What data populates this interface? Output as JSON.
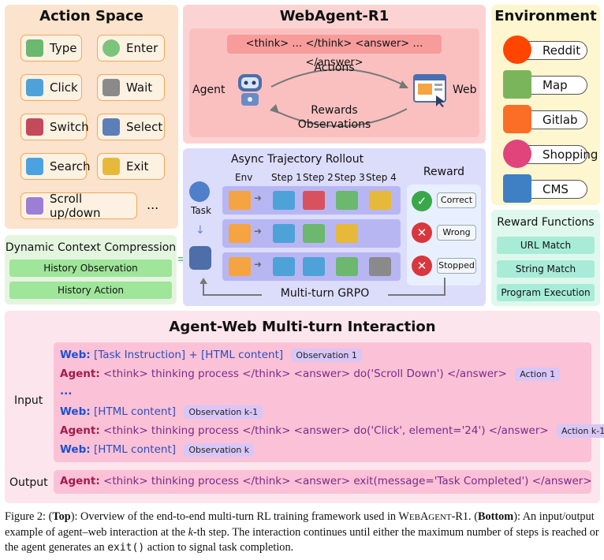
{
  "action_space": {
    "title": "Action Space",
    "buttons": [
      "Type",
      "Enter",
      "Click",
      "Wait",
      "Switch",
      "Select",
      "Search",
      "Exit",
      "Scroll up/down"
    ],
    "ellipsis": "..."
  },
  "webagent": {
    "title": "WebAgent-R1",
    "think_bar": "<think> … </think> <answer> … </answer>",
    "agent_label": "Agent",
    "web_label": "Web",
    "actions_label": "Actions",
    "rewards_label": "Rewards",
    "observations_label": "Observations"
  },
  "environment": {
    "title": "Environment",
    "items": [
      "Reddit",
      "Map",
      "Gitlab",
      "Shopping",
      "CMS"
    ]
  },
  "reward_functions": {
    "title": "Reward Functions",
    "items": [
      "URL Match",
      "String Match",
      "Program Execution"
    ]
  },
  "dynamic_context": {
    "title": "Dynamic Context Compression",
    "items": [
      "History Observation",
      "History Action"
    ]
  },
  "async_rollout": {
    "title": "Async Trajectory Rollout",
    "task_label": "Task",
    "headers": [
      "Env",
      "Step 1",
      "Step 2",
      "Step 3",
      "Step 4"
    ],
    "reward_title": "Reward",
    "rewards": [
      "Correct",
      "Wrong",
      "Stopped"
    ],
    "grpo_label": "Multi-turn GRPO"
  },
  "interaction": {
    "title": "Agent-Web Multi-turn Interaction",
    "input_label": "Input",
    "output_label": "Output",
    "lines": [
      {
        "who": "Web:",
        "text": "[Task Instruction] + [HTML content]",
        "tag": "Observation 1"
      },
      {
        "who": "Agent:",
        "text": "<think> thinking process </think> <answer> do('Scroll Down') </answer>",
        "tag": "Action 1"
      },
      {
        "who": "...",
        "text": "",
        "tag": ""
      },
      {
        "who": "Web:",
        "text": "[HTML content]",
        "tag": "Observation k-1"
      },
      {
        "who": "Agent:",
        "text": "<think> thinking process </think> <answer> do('Click', element='24') </answer>",
        "tag": "Action k-1"
      },
      {
        "who": "Web:",
        "text": "[HTML content]",
        "tag": "Observation k"
      }
    ],
    "output": {
      "who": "Agent:",
      "text": "<think> thinking process </think> <answer> exit(message='Task Completed') </answer>"
    }
  },
  "caption": {
    "fig": "Figure 2: (",
    "top": "Top",
    "part1": "): Overview of the end-to-end multi-turn RL training framework used in W",
    "smallcaps": "EB",
    "part1b": "A",
    "smallcaps2": "GENT",
    "part1c": "-R1. (",
    "bottom": "Bottom",
    "part2": "): An input/output example of agent–web interaction at the ",
    "k": "k",
    "part3": "-th step.  The interaction continues until either the maximum number of steps is reached or the agent generates an ",
    "exit": "exit()",
    "part4": " action to signal task completion."
  }
}
